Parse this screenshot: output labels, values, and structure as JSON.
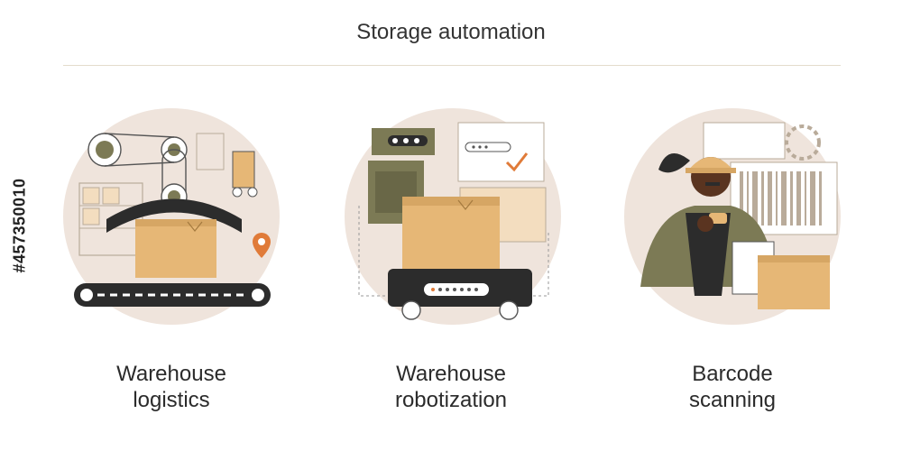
{
  "header": {
    "title": "Storage automation"
  },
  "stock_id": "#457350010",
  "colors": {
    "circle_bg": "#efe4dc",
    "box": "#e6b776",
    "box_dark": "#c99a5a",
    "olive": "#7c7a55",
    "olive_dark": "#55533a",
    "belt": "#2c2c2c",
    "accent_orange": "#e07b39"
  },
  "cards": [
    {
      "icon": "warehouse-logistics-illustration",
      "line1": "Warehouse",
      "line2": "logistics"
    },
    {
      "icon": "warehouse-robotization-illustration",
      "line1": "Warehouse",
      "line2": "robotization"
    },
    {
      "icon": "barcode-scanning-illustration",
      "line1": "Barcode",
      "line2": "scanning"
    }
  ]
}
